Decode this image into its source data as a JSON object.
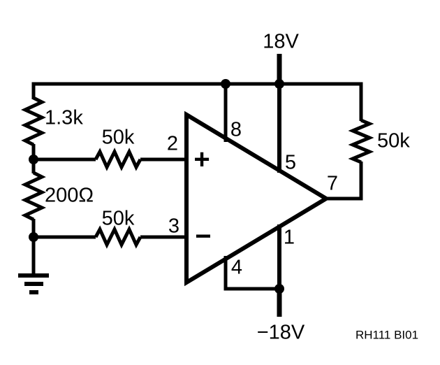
{
  "figure": {
    "caption": "RH111 BI01"
  },
  "power": {
    "positive_rail": "18V",
    "negative_rail": "−18V"
  },
  "resistors": {
    "r_1k3": "1.3k",
    "r_200": "200Ω",
    "r_50k_noninv": "50k",
    "r_50k_inv": "50k",
    "r_50k_out": "50k"
  },
  "opamp": {
    "plus_symbol": "+",
    "minus_symbol": "−",
    "pin2": "2",
    "pin3": "3",
    "pin8": "8",
    "pin5": "5",
    "pin7": "7",
    "pin1": "1",
    "pin4": "4"
  },
  "colors": {
    "line": "#000000",
    "background": "#ffffff"
  }
}
